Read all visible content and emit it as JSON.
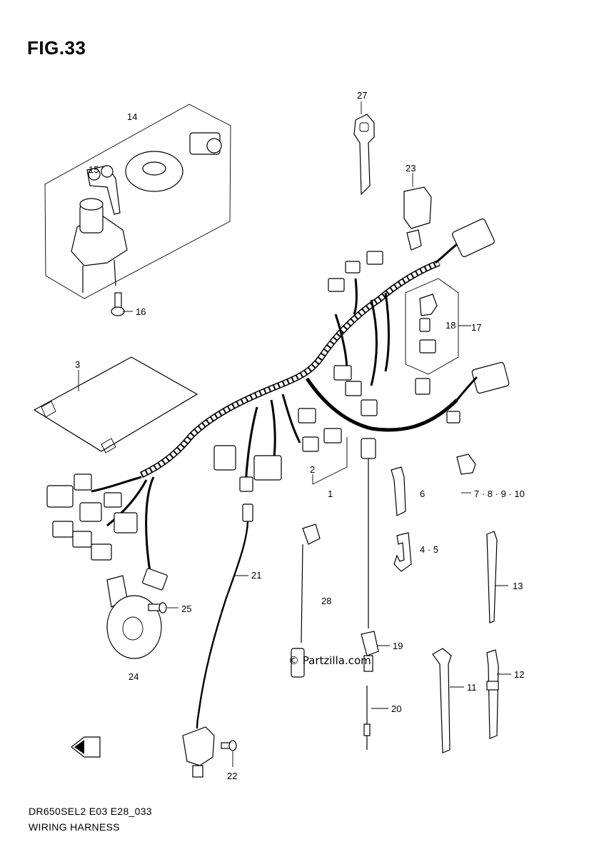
{
  "figure": {
    "title": "FIG.33",
    "footer_code": "DR650SEL2 E03 E28_033",
    "footer_name": "WIRING HARNESS",
    "watermark": "Partzilla.com"
  },
  "callouts": {
    "c27": "27",
    "c14": "14",
    "c15": "15",
    "c16": "16",
    "c23": "23",
    "c3": "3",
    "c18": "18",
    "c17": "17",
    "c2": "2",
    "c1": "1",
    "c6": "6",
    "c7to10": "7 · 8 · 9 · 10",
    "c45": "4 · 5",
    "c21": "21",
    "c25": "25",
    "c28": "28",
    "c13": "13",
    "c19": "19",
    "c24": "24",
    "c11": "11",
    "c12": "12",
    "c20": "20",
    "c22": "22"
  }
}
